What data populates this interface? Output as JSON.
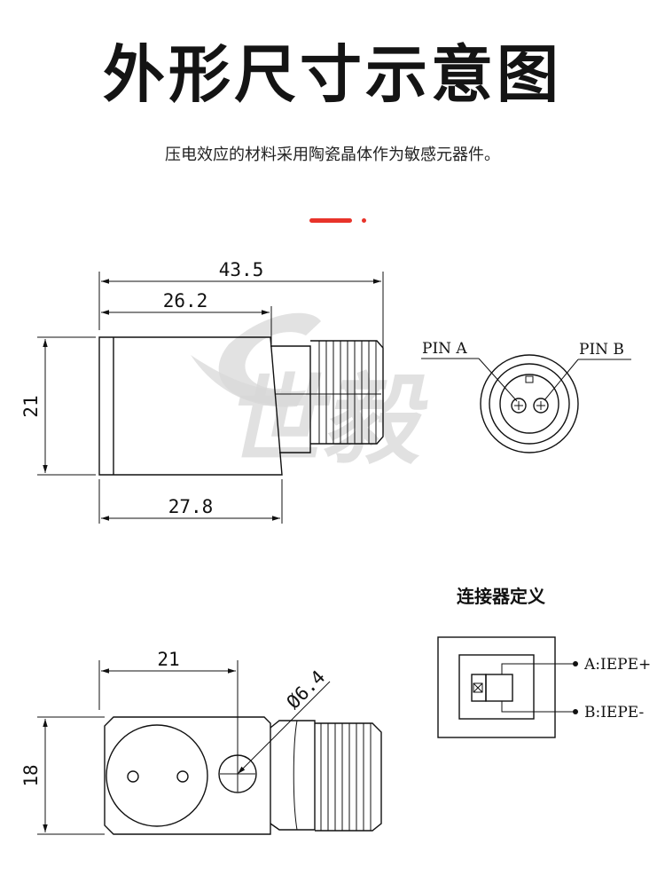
{
  "header": {
    "title": "外形尺寸示意图",
    "subtitle": "压电效应的材料采用陶瓷晶体作为敏感元器件。"
  },
  "colors": {
    "accent": "#e8332a",
    "line": "#111111",
    "watermark": "#d8d8d8"
  },
  "side_view": {
    "dim_total_length": "43.5",
    "dim_body_to_thread": "26.2",
    "dim_height": "21",
    "dim_body_length": "27.8"
  },
  "front_view": {
    "label_pin_a": "PIN A",
    "label_pin_b": "PIN B"
  },
  "top_view": {
    "dim_hole_offset": "21",
    "dim_hole_diameter": "Ø6.4",
    "dim_height": "18"
  },
  "connector": {
    "title": "连接器定义",
    "pin_a_label": "A:IEPE+",
    "pin_b_label": "B:IEPE-"
  },
  "watermark": {
    "text": "世毅"
  }
}
